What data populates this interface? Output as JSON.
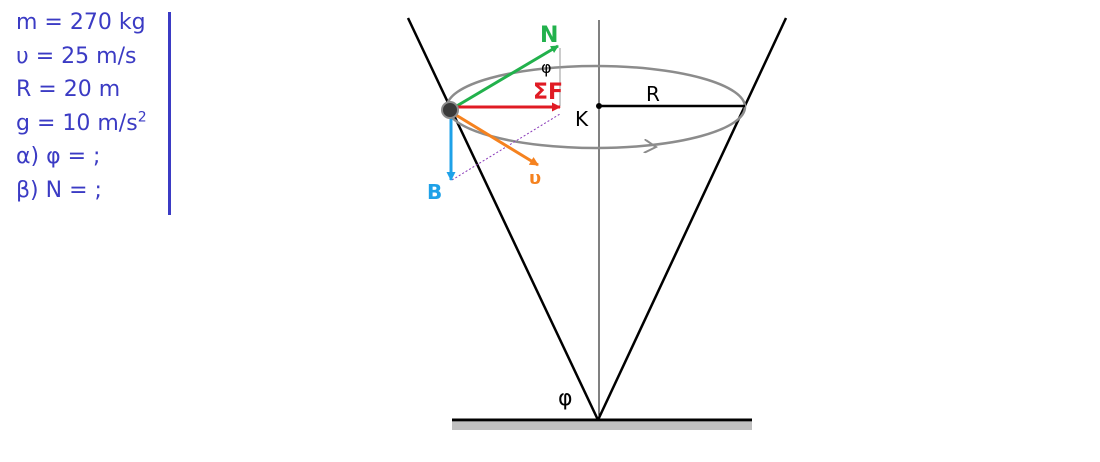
{
  "given": {
    "mass": "m = 270 kg",
    "speed": "υ = 25 m/s",
    "radius": "R = 20 m",
    "gravity_base": "g = 10 m/s",
    "gravity_exp": "2",
    "question_a": "α) φ = ;",
    "question_b": "β) N = ;"
  },
  "labels": {
    "normal_force": "N",
    "angle_at_N": "φ",
    "net_force": "ΣF",
    "center": "K",
    "radius": "R",
    "weight": "B",
    "velocity": "υ",
    "apex_angle": "φ"
  },
  "colors": {
    "text_given": "#3b3bc4",
    "normal_force": "#22b14c",
    "net_force": "#e01b24",
    "weight": "#1ea1e8",
    "velocity": "#f5821f",
    "circle": "#8c8c8c",
    "cone": "#000000",
    "ground_shadow": "#c0c0c0",
    "dashed_line": "#8a3ab9"
  }
}
